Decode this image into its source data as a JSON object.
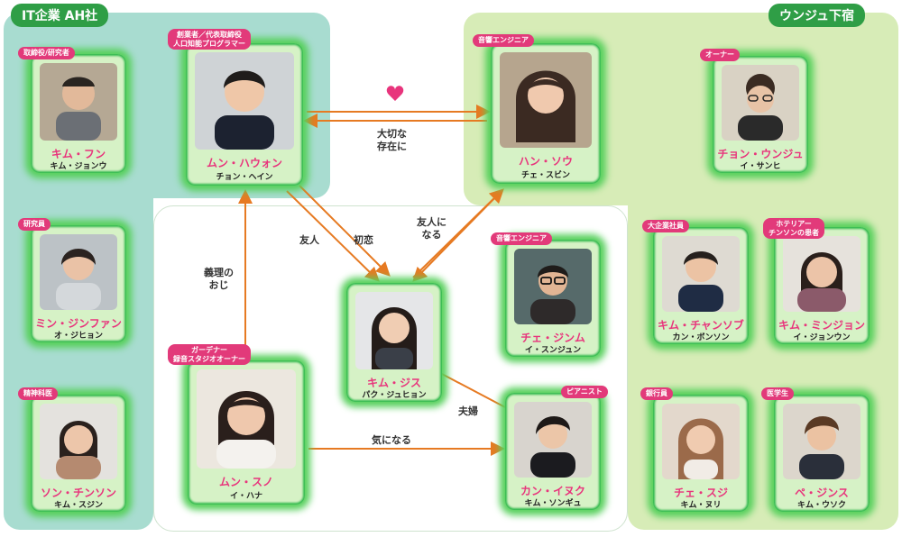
{
  "groups": {
    "it_company": "IT企業 AH社",
    "unju_inn": "ウンジュ下宿"
  },
  "colors": {
    "it_region": "#a8dcd0",
    "inn_region": "#d7ecb7",
    "card_glow": "#57d05c",
    "label_green": "#2f9e46",
    "role_pink": "#e23a7a",
    "name_pink": "#e8347c",
    "arrow_orange": "#e67a22",
    "heart": "#e8347c"
  },
  "characters": {
    "kim_hun": {
      "role": "取締役/研究者",
      "name": "キム・フン",
      "actor": "キム・ジョンウ"
    },
    "moon_hawon": {
      "role": "創業者／代表取締役\n人口知能プログラマー",
      "name": "ムン・ハウォン",
      "actor": "チョン・ヘイン"
    },
    "han_sou": {
      "role": "音響エンジニア",
      "name": "ハン・ソウ",
      "actor": "チェ・スビン"
    },
    "jeong_unju": {
      "role": "オーナー",
      "name": "チョン・ウンジュ",
      "actor": "イ・サンヒ"
    },
    "min_jinfan": {
      "role": "研究員",
      "name": "ミン・ジンファン",
      "actor": "オ・ジヒョン"
    },
    "kim_jisu": {
      "name": "キム・ジス",
      "actor": "パク・ジュヒョン"
    },
    "che_jimu": {
      "role": "音響エンジニア",
      "name": "チェ・ジンム",
      "actor": "イ・スンジュン"
    },
    "kim_chansob": {
      "role": "大企業社員",
      "name": "キム・チャンソブ",
      "actor": "カン・ボンソン"
    },
    "kim_minjon": {
      "role": "ホテリアー\nチンソンの患者",
      "name": "キム・ミンジョン",
      "actor": "イ・ジョンウン"
    },
    "son_chinson": {
      "role": "精神科医",
      "name": "ソン・チンソン",
      "actor": "キム・スジン"
    },
    "moon_suno": {
      "role": "ガーデナー\n録音スタジオオーナー",
      "name": "ムン・スノ",
      "actor": "イ・ハナ"
    },
    "kan_inuku": {
      "role": "ピアニスト",
      "name": "カン・イヌク",
      "actor": "キム・ソンギュ"
    },
    "che_suji": {
      "role": "銀行員",
      "name": "チェ・スジ",
      "actor": "キム・ヌリ"
    },
    "be_jinsu": {
      "role": "医学生",
      "name": "ペ・ジンス",
      "actor": "キム・ウソク"
    }
  },
  "relations": {
    "important": "大切な\n存在に",
    "friend": "友人",
    "first_love": "初恋",
    "became_friends": "友人に\nなる",
    "uncle_in_law": "義理の\nおじ",
    "married": "夫婦",
    "interested": "気になる"
  }
}
